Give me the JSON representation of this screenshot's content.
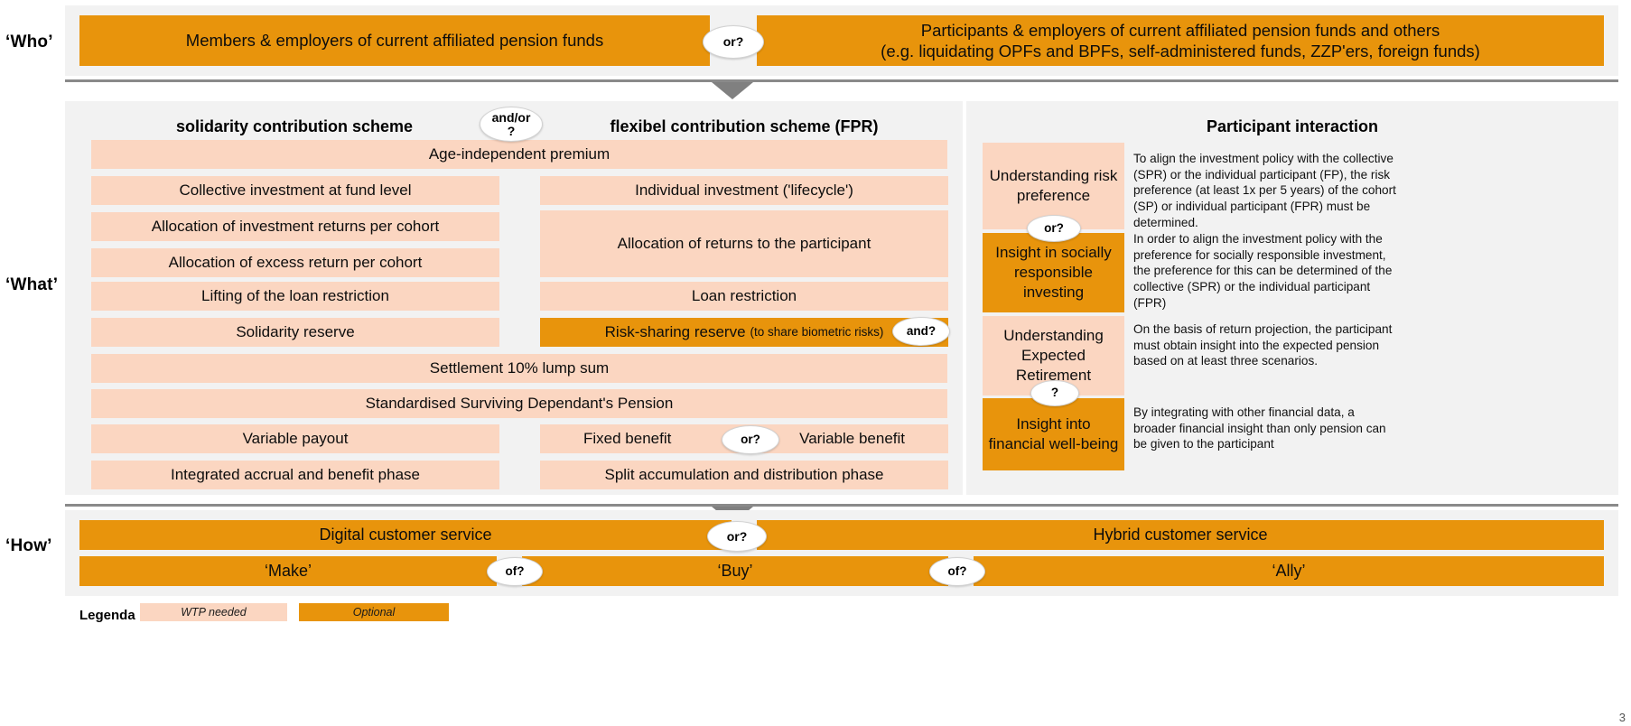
{
  "colors": {
    "orange": "#e8940c",
    "peach": "#fbd6c1",
    "panel": "#f2f2f2",
    "divider": "#8a8a8a"
  },
  "rows": {
    "who_label": "‘Who’",
    "what_label": "‘What’",
    "how_label": "‘How’"
  },
  "who": {
    "left_bar": "Members & employers of current affiliated pension funds",
    "right_bar_line1": "Participants & employers of current affiliated pension funds and others",
    "right_bar_line2": "(e.g. liquidating OPFs and BPFs, self-administered funds, ZZP'ers, foreign funds)",
    "connector": "or?"
  },
  "what": {
    "col1_title": "solidarity contribution scheme",
    "col2_title": "flexibel contribution scheme (FPR)",
    "title_connector_line1": "and/or",
    "title_connector_line2": "?",
    "full_width_rows": [
      "Age-independent premium",
      "Settlement 10% lump sum",
      "Standardised Surviving Dependant's Pension"
    ],
    "solidarity_items": [
      "Collective investment at fund level",
      "Allocation of investment returns per cohort",
      "Allocation of excess return per cohort",
      "Lifting of the loan restriction",
      "Solidarity reserve",
      "Variable payout",
      "Integrated accrual and benefit phase"
    ],
    "flexible_items": [
      "Individual investment ('lifecycle')",
      "Allocation of returns to the participant",
      "Loan restriction",
      "Risk-sharing reserve",
      "Split accumulation and distribution phase"
    ],
    "risk_sharing_note": "(to share biometric risks)",
    "risk_sharing_connector": "and?",
    "fixed_benefit": "Fixed benefit",
    "variable_benefit": "Variable benefit",
    "benefit_connector": "or?"
  },
  "participant": {
    "title": "Participant interaction",
    "items": [
      {
        "label": "Understanding risk preference",
        "style": "peach",
        "description": "To align the investment policy with the collective (SPR) or the individual participant (FP), the risk preference (at least 1x per 5 years) of the cohort (SP) or individual participant (FPR) must be determined."
      },
      {
        "label": "Insight in socially responsible investing",
        "style": "orange",
        "description": "In order to align the investment policy with the preference for socially responsible investment, the preference for this can be determined of the collective (SPR) or the individual participant (FPR)"
      },
      {
        "label": "Understanding Expected Retirement",
        "style": "peach",
        "description": "On the basis of return projection, the participant must obtain insight into the expected pension based on at least three scenarios."
      },
      {
        "label": "Insight into financial well-being",
        "style": "orange",
        "description": "By integrating with other financial data, a broader financial insight than only pension can be given to the participant"
      }
    ],
    "connector_1": "or?",
    "connector_2": "?"
  },
  "how": {
    "service_left": "Digital customer service",
    "service_right": "Hybrid customer service",
    "service_connector": "or?",
    "sourcing_left": "‘Make’",
    "sourcing_mid": "‘Buy’",
    "sourcing_right": "‘Ally’",
    "sourcing_connector_1": "of?",
    "sourcing_connector_2": "of?"
  },
  "legend": {
    "title": "Legenda",
    "items": [
      {
        "label": "WTP needed",
        "style": "peach"
      },
      {
        "label": "Optional",
        "style": "orange"
      }
    ]
  },
  "footer": {
    "page_number": "3"
  }
}
